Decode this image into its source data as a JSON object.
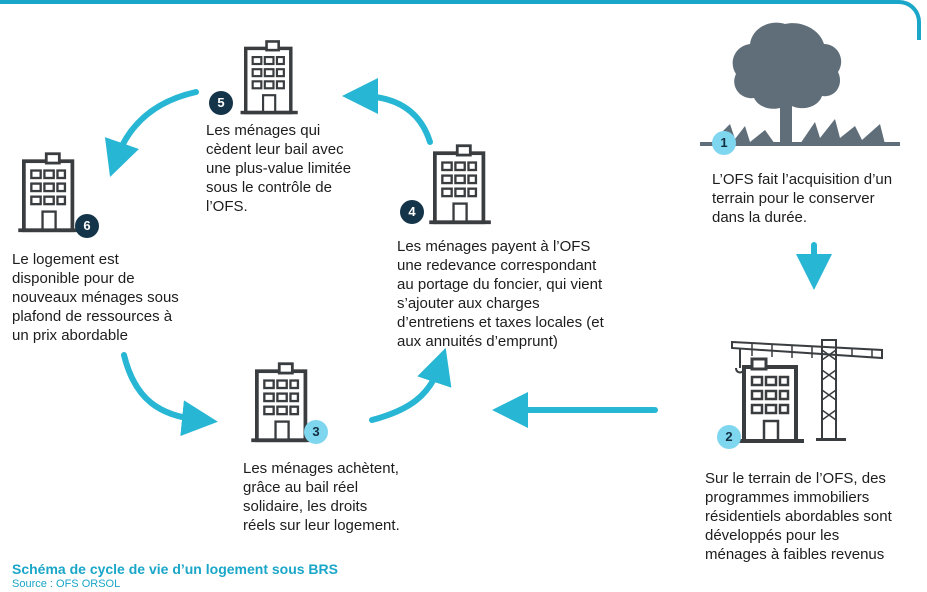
{
  "steps": [
    {
      "number": "1",
      "text": "L’OFS fait l’acquisition d’un\nterrain pour le conserver\ndans la durée."
    },
    {
      "number": "2",
      "text": "Sur le terrain de l’OFS, des\nprogrammes immobiliers\nrésidentiels abordables sont\ndéveloppés pour les\nménages à faibles revenus"
    },
    {
      "number": "3",
      "text": "Les ménages achètent,\ngrâce au bail réel\nsolidaire, les droits\nréels sur leur logement."
    },
    {
      "number": "4",
      "text": "Les ménages payent à l’OFS\nune redevance correspondant\nau portage du foncier, qui vient\ns’ajouter aux charges\nd’entretiens et taxes locales (et\naux annuités d’emprunt)"
    },
    {
      "number": "5",
      "text": "Les ménages qui\ncèdent leur bail avec\nune plus-value limitée\nsous le contrôle de\nl’OFS."
    },
    {
      "number": "6",
      "text": "Le logement est\ndisponible pour de\nnouveaux ménages sous\nplafond de ressources à\nun prix abordable"
    }
  ],
  "caption": {
    "title": "Schéma de cycle de vie d’un logement sous BRS",
    "source": "Source : OFS ORSOL"
  },
  "icons": {
    "tree": "tree-icon",
    "crane": "crane-icon",
    "building": "apartment-building-icon",
    "arrow": "cycle-arrow-icon"
  },
  "colors": {
    "accent": "#1aa6c8",
    "arrow": "#27b6d3",
    "badge_dark": "#14344a",
    "badge_light": "#7fd6ef",
    "icon": "#3a3d40",
    "tree": "#5f6e78"
  }
}
